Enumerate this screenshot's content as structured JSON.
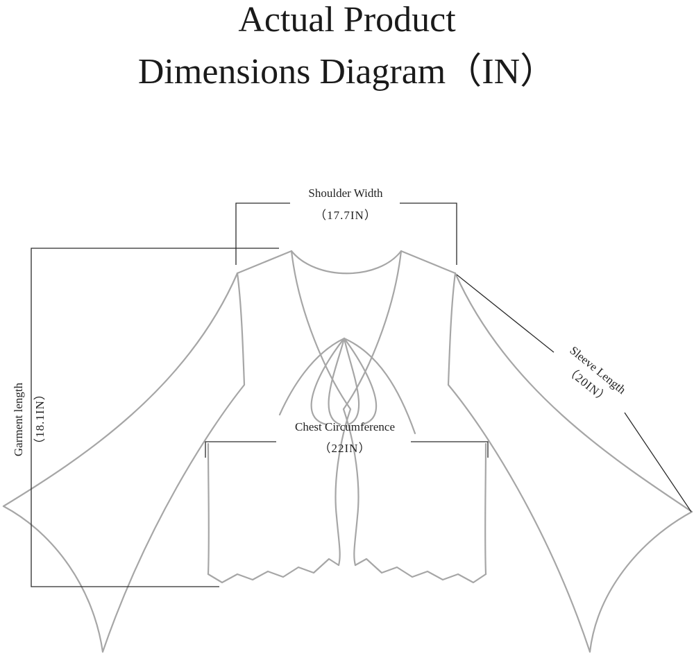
{
  "title": {
    "line1": "Actual Product",
    "line2": "Dimensions Diagram（IN）"
  },
  "measurements": {
    "shoulder_width": {
      "label": "Shoulder Width",
      "value": "（17.7IN）"
    },
    "garment_length": {
      "label": "Garment length",
      "value": "（18.1IN）"
    },
    "sleeve_length": {
      "label": "Sleeve Length",
      "value": "（20IN）"
    },
    "chest_circumference": {
      "label": "Chest Circumference",
      "value": "（22IN）"
    }
  },
  "colors": {
    "garment_outline": "#a6a6a6",
    "dimension_lines": "#2a2a2a",
    "text": "#1a1a1a"
  }
}
